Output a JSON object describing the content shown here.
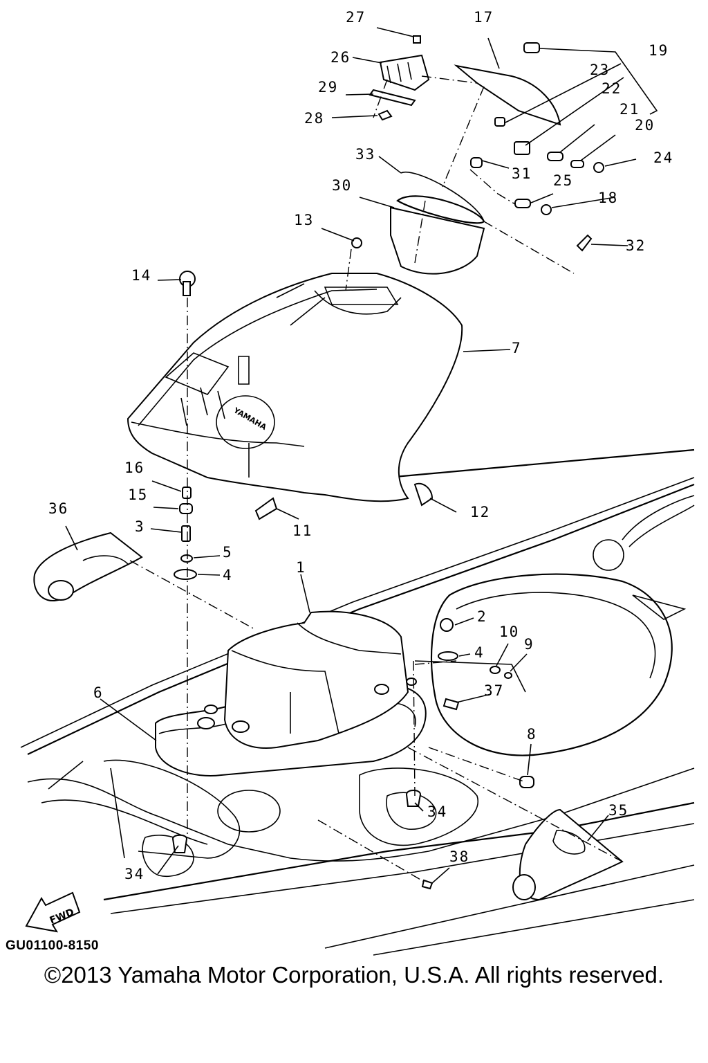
{
  "diagram": {
    "callouts": [
      "1",
      "2",
      "3",
      "4",
      "4",
      "5",
      "6",
      "7",
      "8",
      "9",
      "10",
      "11",
      "12",
      "13",
      "14",
      "15",
      "16",
      "17",
      "18",
      "19",
      "20",
      "21",
      "22",
      "23",
      "24",
      "25",
      "26",
      "27",
      "28",
      "29",
      "30",
      "31",
      "32",
      "33",
      "34",
      "34",
      "35",
      "36",
      "37",
      "38"
    ],
    "logo_text": "YAMAHA",
    "fwd_label": "FWD",
    "drawing_code": "GU01100-8150"
  },
  "footer": {
    "copyright": "©2013 Yamaha Motor Corporation, U.S.A. All rights reserved."
  }
}
